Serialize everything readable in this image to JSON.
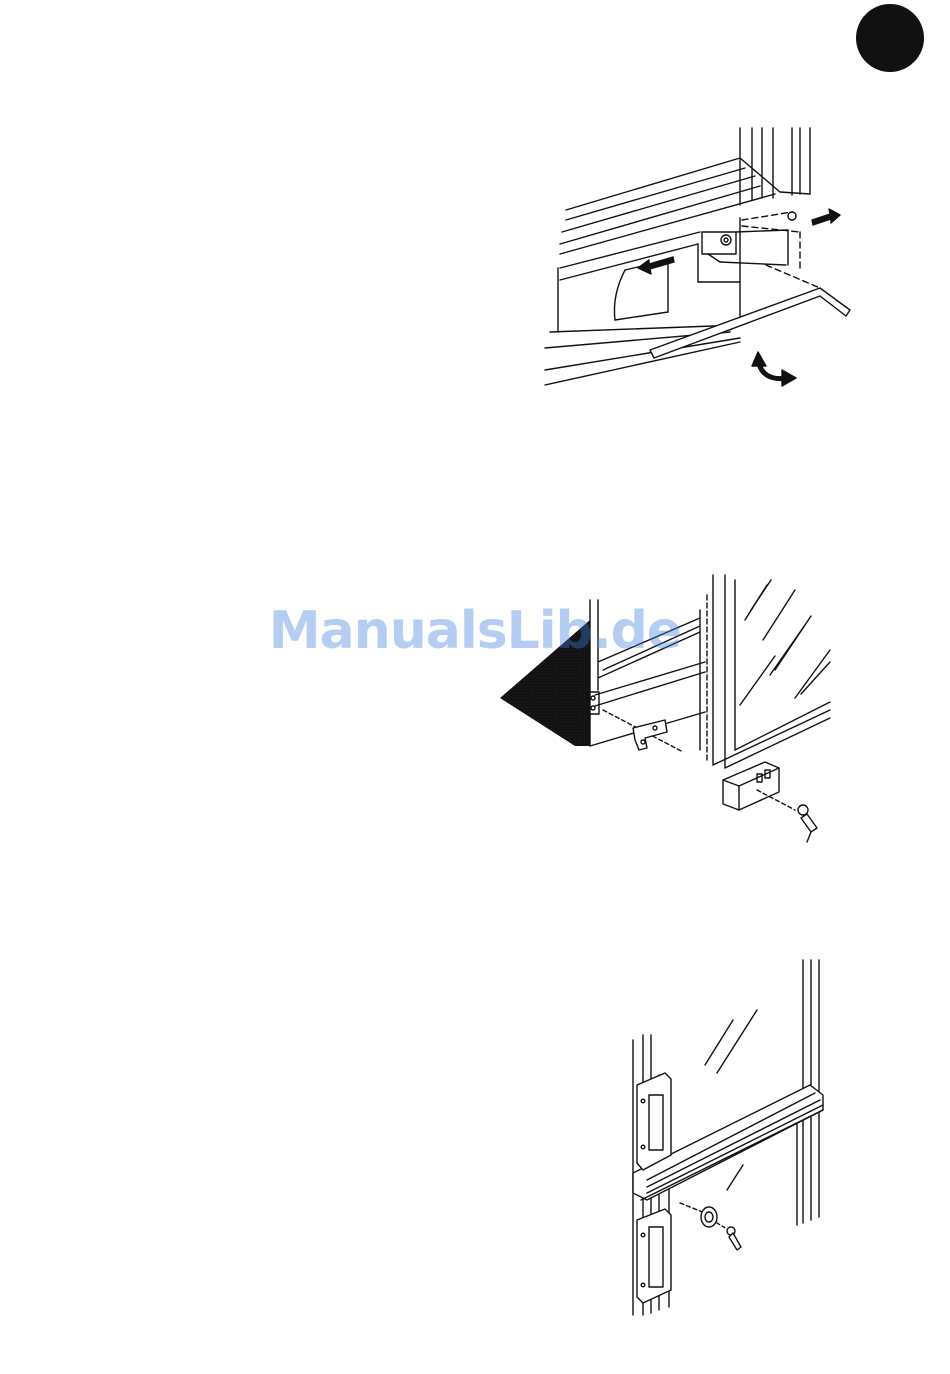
{
  "page": {
    "background": "#ffffff",
    "badge_color": "#111111"
  },
  "watermark": {
    "text": "ManualsLib.de",
    "color": "#3f7ee0"
  },
  "figures": [
    {
      "id": "hinge-adjust",
      "icon": "hinge-adjustment-illustration"
    },
    {
      "id": "lock-bracket",
      "icon": "lock-bracket-illustration"
    },
    {
      "id": "door-lock",
      "icon": "door-lock-illustration"
    }
  ]
}
